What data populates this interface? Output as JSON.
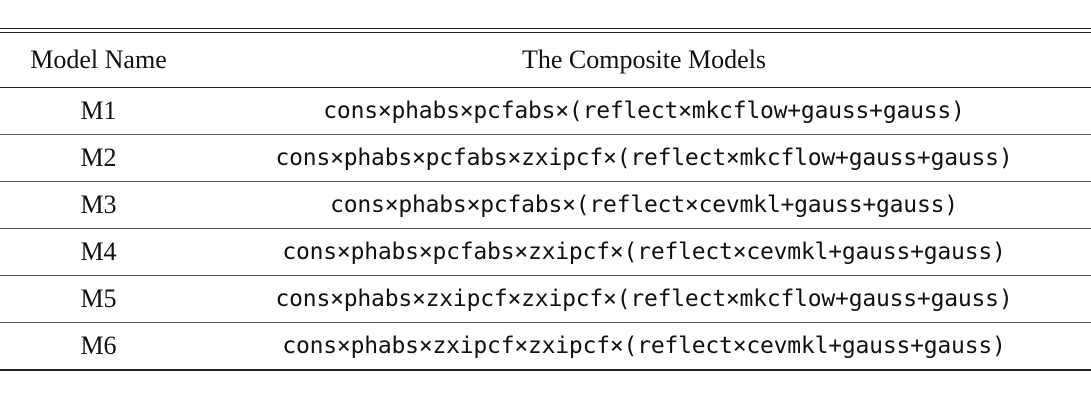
{
  "table": {
    "headers": {
      "name": "Model Name",
      "model": "The Composite Models"
    },
    "rows": [
      {
        "name": "M1",
        "model": "cons×phabs×pcfabs×(reflect×mkcflow+gauss+gauss)"
      },
      {
        "name": "M2",
        "model": "cons×phabs×pcfabs×zxipcf×(reflect×mkcflow+gauss+gauss)"
      },
      {
        "name": "M3",
        "model": "cons×phabs×pcfabs×(reflect×cevmkl+gauss+gauss)"
      },
      {
        "name": "M4",
        "model": "cons×phabs×pcfabs×zxipcf×(reflect×cevmkl+gauss+gauss)"
      },
      {
        "name": "M5",
        "model": "cons×phabs×zxipcf×zxipcf×(reflect×mkcflow+gauss+gauss)"
      },
      {
        "name": "M6",
        "model": "cons×phabs×zxipcf×zxipcf×(reflect×cevmkl+gauss+gauss)"
      }
    ]
  }
}
